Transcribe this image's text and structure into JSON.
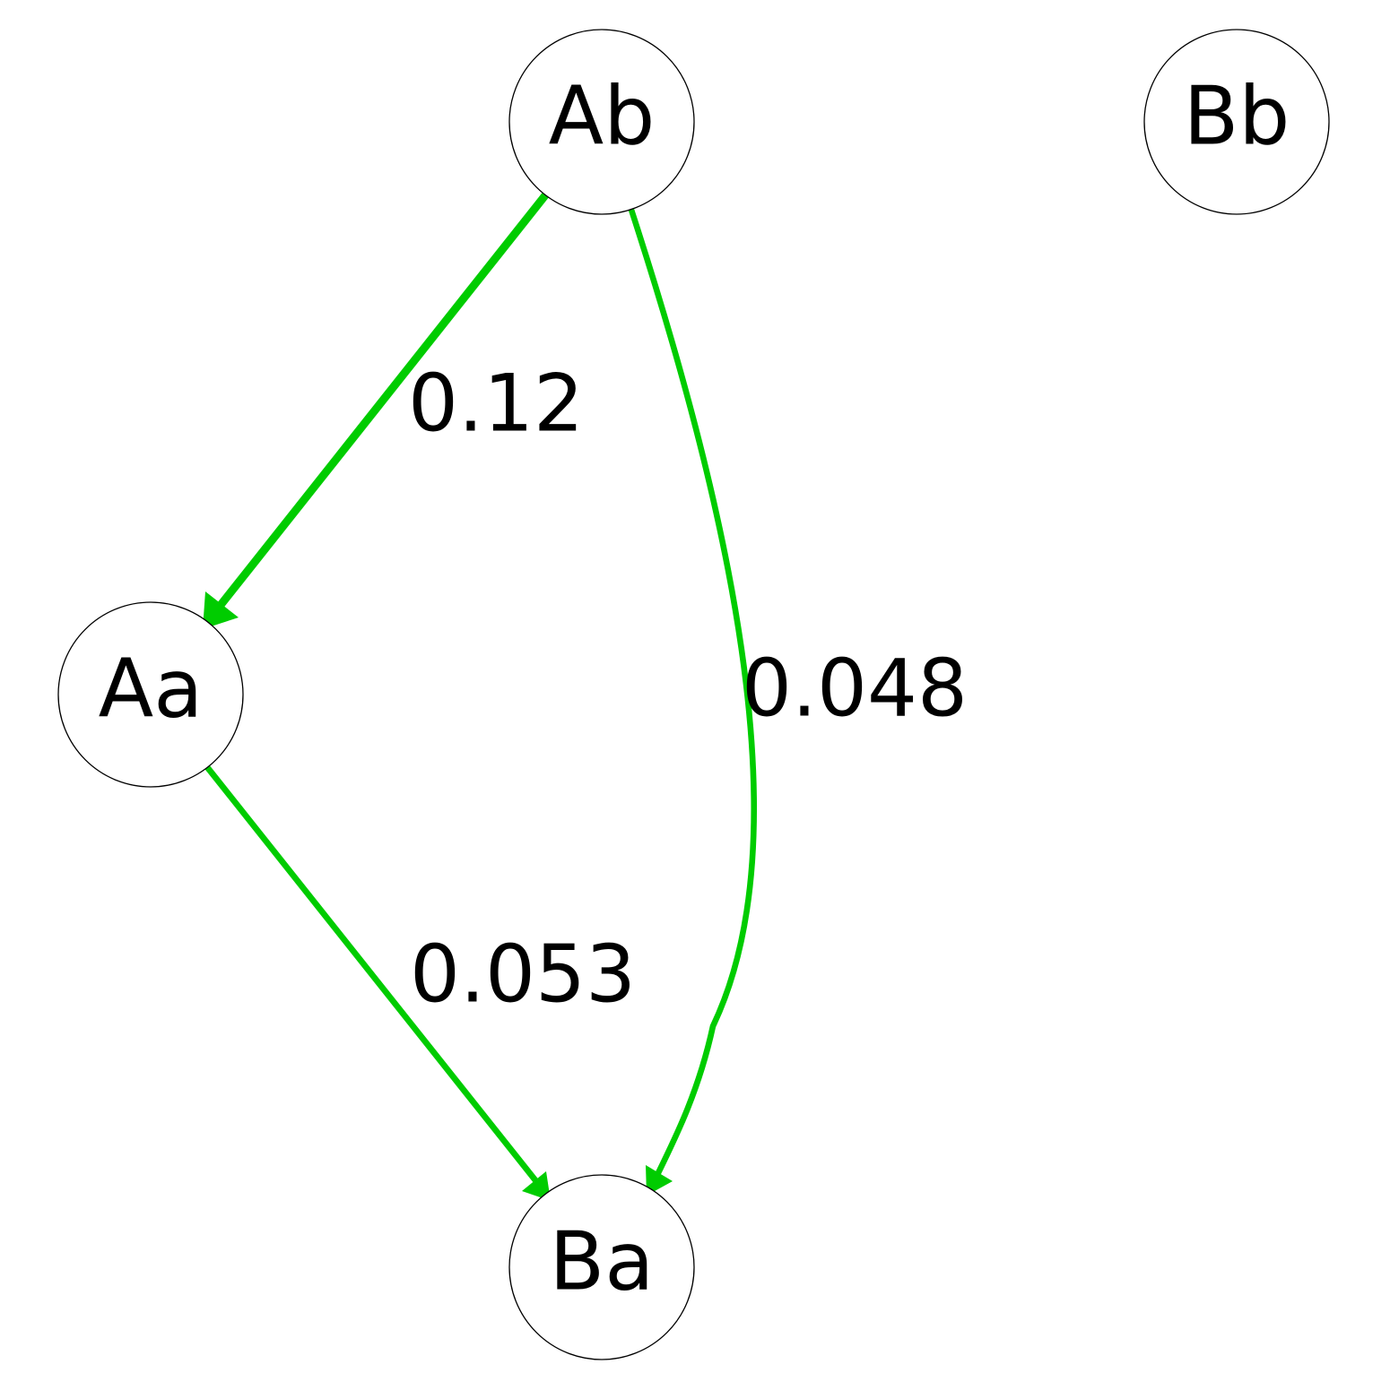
{
  "colors": {
    "edge": "#00cc00",
    "node_stroke": "#000000",
    "node_fill": "#ffffff",
    "background": "#ffffff"
  },
  "nodes": [
    {
      "id": "Ab",
      "label": "Ab"
    },
    {
      "id": "Bb",
      "label": "Bb"
    },
    {
      "id": "Aa",
      "label": "Aa"
    },
    {
      "id": "Ba",
      "label": "Ba"
    }
  ],
  "edges": [
    {
      "from": "Ab",
      "to": "Aa",
      "label": "0.12",
      "weight": 0.12
    },
    {
      "from": "Ab",
      "to": "Ba",
      "label": "0.048",
      "weight": 0.048
    },
    {
      "from": "Aa",
      "to": "Ba",
      "label": "0.053",
      "weight": 0.053
    }
  ]
}
